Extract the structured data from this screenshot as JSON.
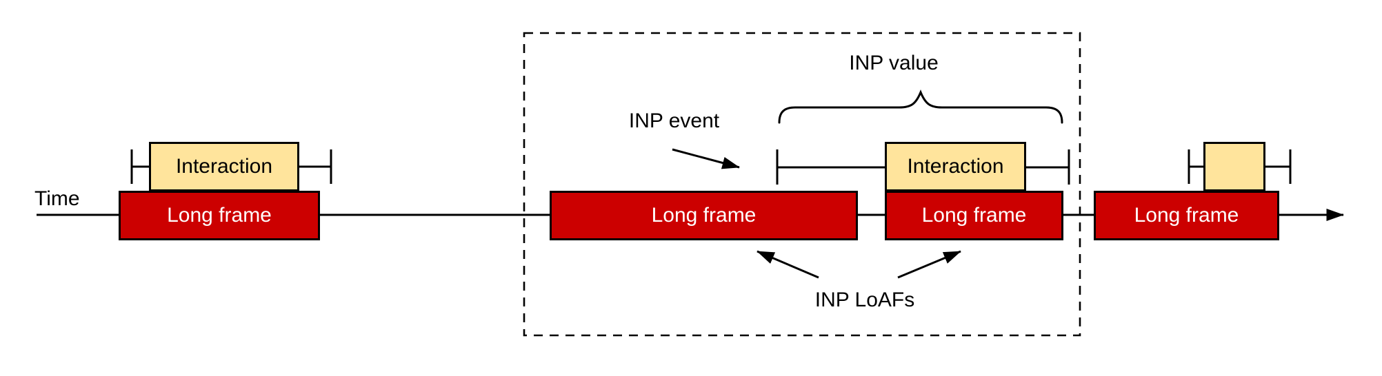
{
  "diagram": {
    "time_label": "Time",
    "long_frames": [
      {
        "label": "Long frame"
      },
      {
        "label": "Long frame"
      },
      {
        "label": "Long frame"
      },
      {
        "label": "Long frame"
      }
    ],
    "interactions": [
      {
        "label": "Interaction"
      },
      {
        "label": "Interaction"
      },
      {
        "label": ""
      }
    ],
    "annotations": {
      "inp_value": "INP value",
      "inp_event": "INP event",
      "inp_loafs": "INP LoAFs"
    },
    "colors": {
      "long-frame-fill": "#cc0000",
      "long-frame-text": "#ffffff",
      "interaction-fill": "#ffe49c",
      "interaction-text": "#000000",
      "outline": "#000000",
      "background": "#ffffff"
    }
  }
}
